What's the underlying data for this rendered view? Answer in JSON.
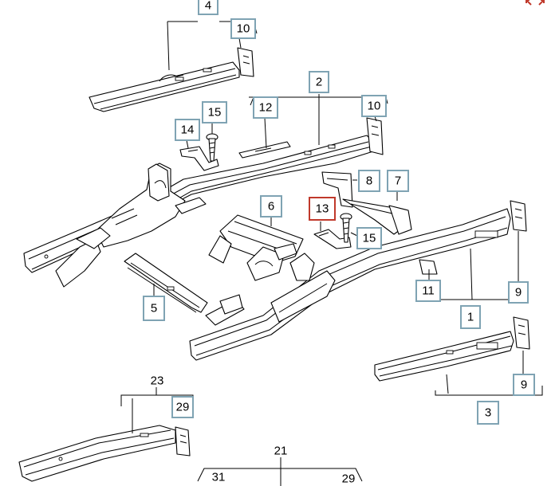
{
  "callouts": {
    "c4": "4",
    "c10a": "10",
    "c2": "2",
    "c12": "12",
    "c10b": "10",
    "c15a": "15",
    "c14": "14",
    "c8": "8",
    "c7": "7",
    "c6": "6",
    "c13": "13",
    "c15b": "15",
    "c11": "11",
    "c9a": "9",
    "c5": "5",
    "c1": "1",
    "c9b": "9",
    "c3": "3",
    "c29a": "29"
  },
  "labels": {
    "l23": "23",
    "l21": "21",
    "l31": "31",
    "l29": "29"
  },
  "colors": {
    "callout_border": "#7fa3b3",
    "selected_border": "#c0392b",
    "expand_icon": "#c0392b"
  },
  "icons": {
    "expand": "expand-arrows-icon"
  }
}
